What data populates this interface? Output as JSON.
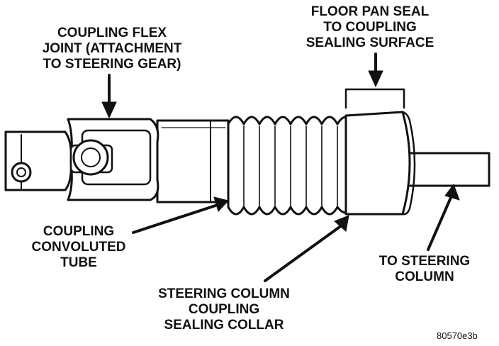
{
  "labels": {
    "flex_joint": [
      "COUPLING FLEX",
      "JOINT (ATTACHMENT",
      "TO STEERING GEAR)"
    ],
    "floor_pan_seal": [
      "FLOOR PAN SEAL",
      "TO COUPLING",
      "SEALING SURFACE"
    ],
    "convoluted_tube": [
      "COUPLING",
      "CONVOLUTED",
      "TUBE"
    ],
    "to_steering_column": [
      "TO STEERING",
      "COLUMN"
    ],
    "sealing_collar": [
      "STEERING COLUMN",
      "COUPLING",
      "SEALING COLLAR"
    ]
  },
  "figure_code": "80570e3b",
  "colors": {
    "ink": "#111111",
    "paper": "#ffffff"
  }
}
